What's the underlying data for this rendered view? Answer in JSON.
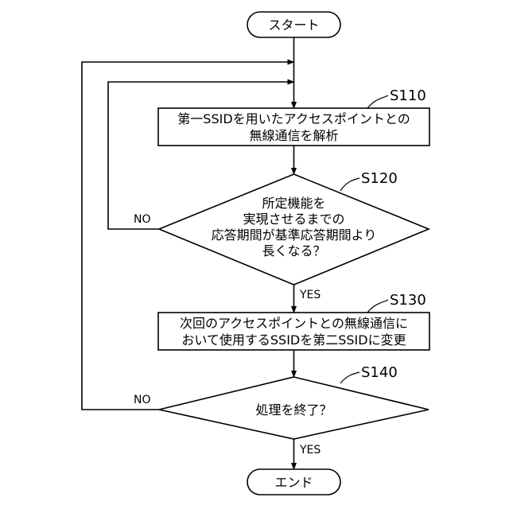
{
  "flowchart": {
    "start": "スタート",
    "end": "エンド",
    "s110": {
      "label": "S110",
      "lines": [
        "第一SSIDを用いたアクセスポイントとの",
        "無線通信を解析"
      ]
    },
    "s120": {
      "label": "S120",
      "lines": [
        "所定機能を",
        "実現させるまでの",
        "応答期間が基準応答期間より",
        "長くなる？"
      ]
    },
    "s130": {
      "label": "S130",
      "lines": [
        "次回のアクセスポイントとの無線通信に",
        "おいて使用するSSIDを第二SSIDに変更"
      ]
    },
    "s140": {
      "label": "S140",
      "lines": [
        "処理を終了？"
      ]
    },
    "branches": {
      "no": "NO",
      "yes": "YES"
    }
  }
}
